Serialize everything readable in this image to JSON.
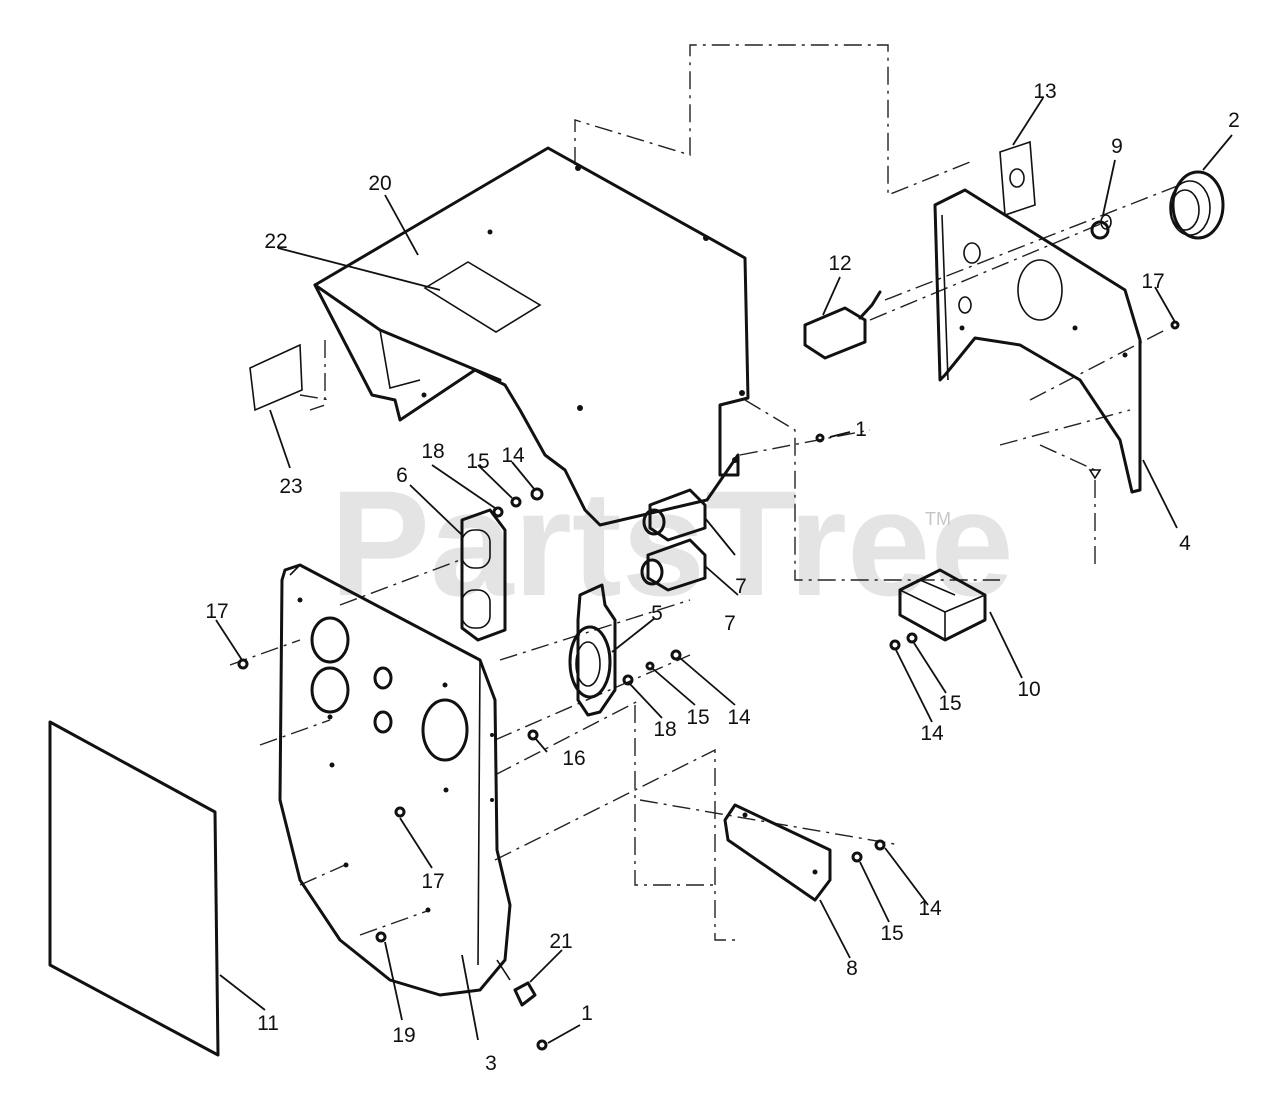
{
  "watermark": {
    "text": "PartsTree",
    "trademark": "TM"
  },
  "callouts": [
    {
      "id": "c1a",
      "label": "1"
    },
    {
      "id": "c1b",
      "label": "1"
    },
    {
      "id": "c2",
      "label": "2"
    },
    {
      "id": "c3",
      "label": "3"
    },
    {
      "id": "c4",
      "label": "4"
    },
    {
      "id": "c5",
      "label": "5"
    },
    {
      "id": "c6",
      "label": "6"
    },
    {
      "id": "c7a",
      "label": "7"
    },
    {
      "id": "c7b",
      "label": "7"
    },
    {
      "id": "c8",
      "label": "8"
    },
    {
      "id": "c9",
      "label": "9"
    },
    {
      "id": "c10",
      "label": "10"
    },
    {
      "id": "c11",
      "label": "11"
    },
    {
      "id": "c12",
      "label": "12"
    },
    {
      "id": "c13",
      "label": "13"
    },
    {
      "id": "c14a",
      "label": "14"
    },
    {
      "id": "c14b",
      "label": "14"
    },
    {
      "id": "c14c",
      "label": "14"
    },
    {
      "id": "c14d",
      "label": "14"
    },
    {
      "id": "c15a",
      "label": "15"
    },
    {
      "id": "c15b",
      "label": "15"
    },
    {
      "id": "c15c",
      "label": "15"
    },
    {
      "id": "c15d",
      "label": "15"
    },
    {
      "id": "c16",
      "label": "16"
    },
    {
      "id": "c17a",
      "label": "17"
    },
    {
      "id": "c17b",
      "label": "17"
    },
    {
      "id": "c17c",
      "label": "17"
    },
    {
      "id": "c18a",
      "label": "18"
    },
    {
      "id": "c18b",
      "label": "18"
    },
    {
      "id": "c19",
      "label": "19"
    },
    {
      "id": "c20",
      "label": "20"
    },
    {
      "id": "c21",
      "label": "21"
    },
    {
      "id": "c22",
      "label": "22"
    },
    {
      "id": "c23",
      "label": "23"
    }
  ]
}
